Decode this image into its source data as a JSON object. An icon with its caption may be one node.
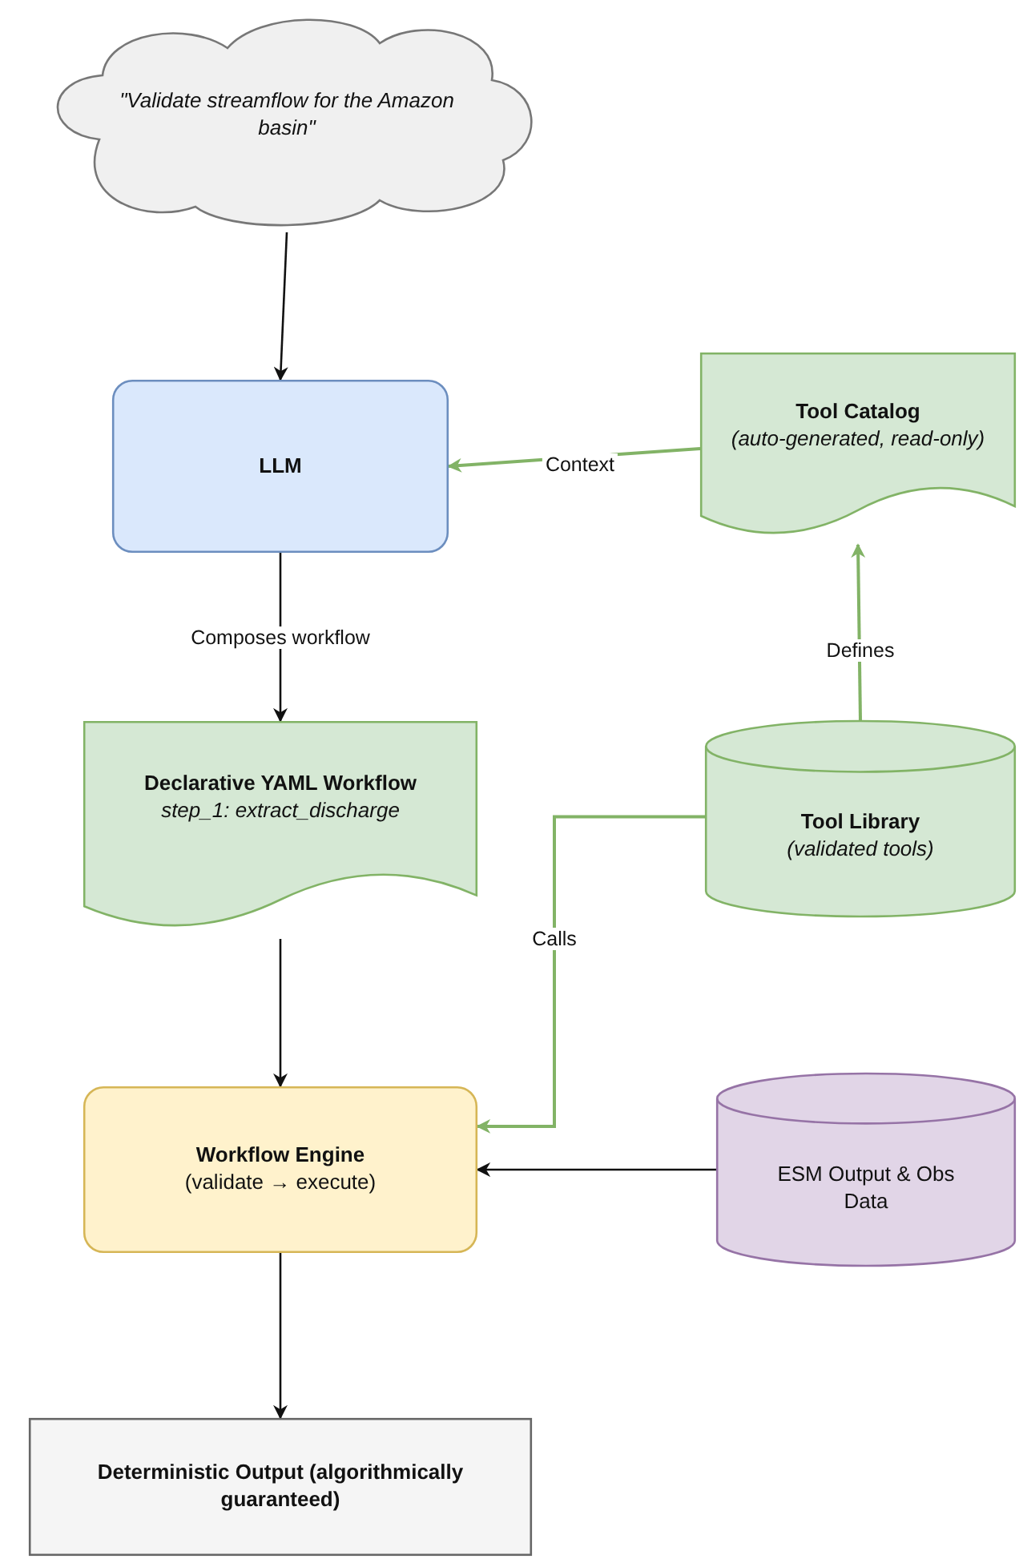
{
  "diagram": {
    "nodes": [
      {
        "text": [
          "\"Validate streamflow for the Amazon basin\""
        ]
      },
      {
        "text": [
          "LLM"
        ]
      },
      {
        "text": [
          "Tool Catalog",
          "(auto-generated, read-only)"
        ]
      },
      {
        "text": [
          "Declarative YAML Workflow",
          "step_1: extract_discharge"
        ]
      },
      {
        "text": [
          "Tool Library",
          "(validated tools)"
        ]
      },
      {
        "text": [
          "Workflow Engine",
          "(validate → execute)"
        ]
      },
      {
        "text": [
          "ESM Output & Obs Data"
        ]
      },
      {
        "text": [
          "Deterministic Output (algorithmically guaranteed)"
        ]
      }
    ],
    "edges": [
      {
        "from": 0,
        "to": 1,
        "arrow": "to"
      },
      {
        "from": 2,
        "to": 1,
        "arrow": "to",
        "label": "Context",
        "color": "#82b366"
      },
      {
        "from": 1,
        "to": 3,
        "arrow": "to",
        "label": "Composes workflow"
      },
      {
        "from": 4,
        "to": 2,
        "arrow": "to",
        "label": "Defines",
        "color": "#82b366"
      },
      {
        "from": 3,
        "to": 5,
        "arrow": "to"
      },
      {
        "from": 4,
        "to": 5,
        "arrow": "to",
        "label": "Calls",
        "color": "#82b366"
      },
      {
        "from": 6,
        "to": 5,
        "arrow": "to"
      },
      {
        "from": 5,
        "to": 7,
        "arrow": "to"
      }
    ]
  }
}
